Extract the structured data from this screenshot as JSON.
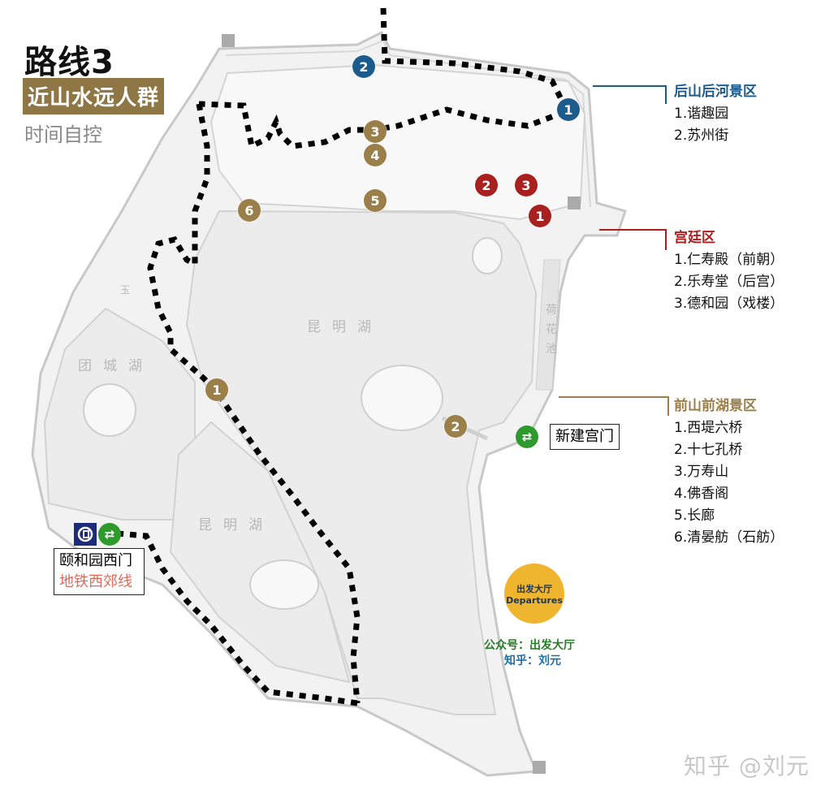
{
  "header": {
    "title": "路线3",
    "subtitle": "近山水远人群",
    "note": "时间自控"
  },
  "colors": {
    "back_hill": "#1b5c8d",
    "palace": "#a8201f",
    "front_lake": "#9b7f4a",
    "route": "#000000",
    "transfer": "#2e9a2e",
    "metro": "#1d2c7a",
    "badge": "#f0b52e"
  },
  "legend": {
    "back_hill": {
      "heading": "后山后河景区",
      "items": [
        "1.谐趣园",
        "2.苏州街"
      ]
    },
    "palace": {
      "heading": "宫廷区",
      "items": [
        "1.仁寿殿（前朝）",
        "2.乐寿堂（后宫）",
        "3.德和园（戏楼）"
      ]
    },
    "front_lake": {
      "heading": "前山前湖景区",
      "items": [
        "1.西堤六桥",
        "2.十七孔桥",
        "3.万寿山",
        "4.佛香阁",
        "5.长廊",
        "6.清晏舫（石舫）"
      ]
    }
  },
  "markers": {
    "blue": [
      {
        "n": "1"
      },
      {
        "n": "2"
      }
    ],
    "red": [
      {
        "n": "1"
      },
      {
        "n": "2"
      },
      {
        "n": "3"
      }
    ],
    "gold": [
      {
        "n": "1"
      },
      {
        "n": "2"
      },
      {
        "n": "3"
      },
      {
        "n": "4"
      },
      {
        "n": "5"
      },
      {
        "n": "6"
      }
    ]
  },
  "map_labels": {
    "kunming_lake_north": "昆明湖",
    "kunming_lake_south": "昆明湖",
    "tuancheng_lake": "团城湖",
    "lotus_pond": "荷花池",
    "yu": "玉"
  },
  "gates": {
    "new_palace_gate": "新建宫门",
    "west_gate": "颐和园西门",
    "metro_line": "地铁西郊线"
  },
  "badge": {
    "cn": "出发大厅",
    "en": "Departures"
  },
  "credits": {
    "wechat": "公众号：出发大厅",
    "zhihu": "知乎：刘元"
  },
  "watermark": "知乎 @刘元",
  "icons": {
    "transfer": "⇄",
    "metro": "metro-logo"
  }
}
